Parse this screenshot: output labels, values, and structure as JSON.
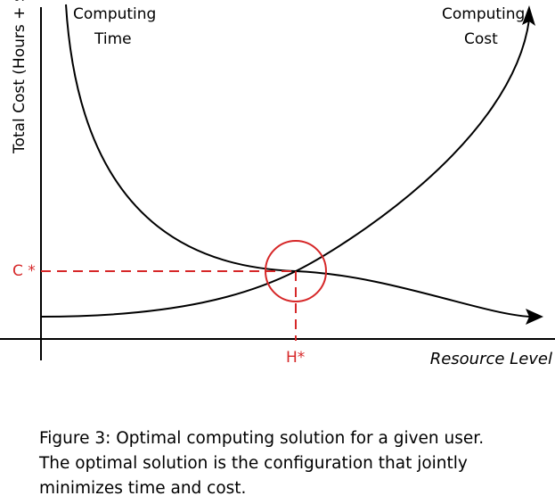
{
  "diagram": {
    "y_axis_label": "Total Cost  (Hours + $)",
    "x_axis_label": "Resource Level",
    "curve_time_label": [
      "Computing",
      "Time"
    ],
    "curve_cost_label": [
      "Computing",
      "Cost"
    ],
    "optimum_cost_label": "C *",
    "optimum_resource_label": "H*",
    "colors": {
      "curves": "#000000",
      "highlight": "#d62728"
    }
  },
  "caption": {
    "lines": [
      "Figure 3: Optimal computing solution for a given user.",
      "The optimal solution is the configuration that jointly",
      "minimizes time and cost."
    ]
  }
}
